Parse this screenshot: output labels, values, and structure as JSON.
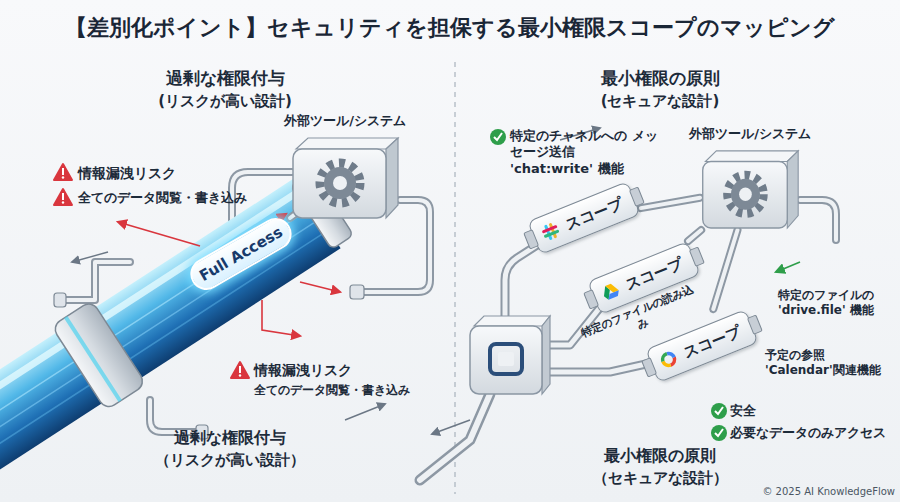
{
  "diagram": {
    "title": "【差別化ポイント】セキュリティを担保する最小権限スコープのマッピング",
    "nodes": [
      {
        "text": [
          "外部ツール/システム"
        ]
      },
      {
        "text": [
          "Full Access"
        ]
      },
      {
        "text": [
          "外部ツール/システム"
        ]
      },
      {
        "text": [
          "スコープ"
        ]
      },
      {
        "text": [
          "スコープ"
        ]
      },
      {
        "text": [
          "スコープ"
        ]
      }
    ],
    "edges": [
      {
        "from": 1,
        "to": 0,
        "arrow": "none"
      },
      {
        "from": 3,
        "to": 2,
        "arrow": "none"
      },
      {
        "from": 4,
        "to": 2,
        "arrow": "none"
      },
      {
        "from": 5,
        "to": 2,
        "arrow": "none"
      }
    ],
    "labels": [
      "過剰な権限付与",
      "(リスクが高い設計)",
      "最小権限の原則",
      "(セキュアな設計)",
      "情報漏洩リスク",
      "全てのデータ閲覧・書き込み",
      "情報漏洩リスク",
      "全てのデータ閲覧・書き込み",
      "過剰な権限付与",
      "（リスクが高い設計）",
      "特定のチャネルへの メッセージ送信 'chat:write' 機能",
      "特定のファイルの読み込み",
      "特定のファイルの 'drive.file' 機能",
      "予定の参照 'Calendar'関連機能",
      "安全",
      "必要なデータのみアクセス",
      "最小権限の原則",
      "（セキュアな設計）",
      "© 2025 AI KnowledgeFlow"
    ]
  }
}
